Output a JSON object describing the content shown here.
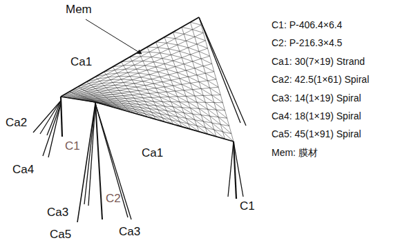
{
  "diagram": {
    "labels": [
      "Mem",
      "Ca1",
      "Ca2",
      "C1",
      "Ca1",
      "Ca4",
      "C2",
      "C1",
      "Ca3",
      "Ca3",
      "Ca5",
      "C1: P-406.4×6.4",
      "C2: P-216.3×4.5",
      "Ca1: 30(7×19) Strand",
      "Ca2: 42.5(1×61) Spiral",
      "Ca3: 14(1×19) Spiral",
      "Ca4: 18(1×19) Spiral",
      "Ca5: 45(1×91) Spiral",
      "Mem: 膜材"
    ]
  }
}
